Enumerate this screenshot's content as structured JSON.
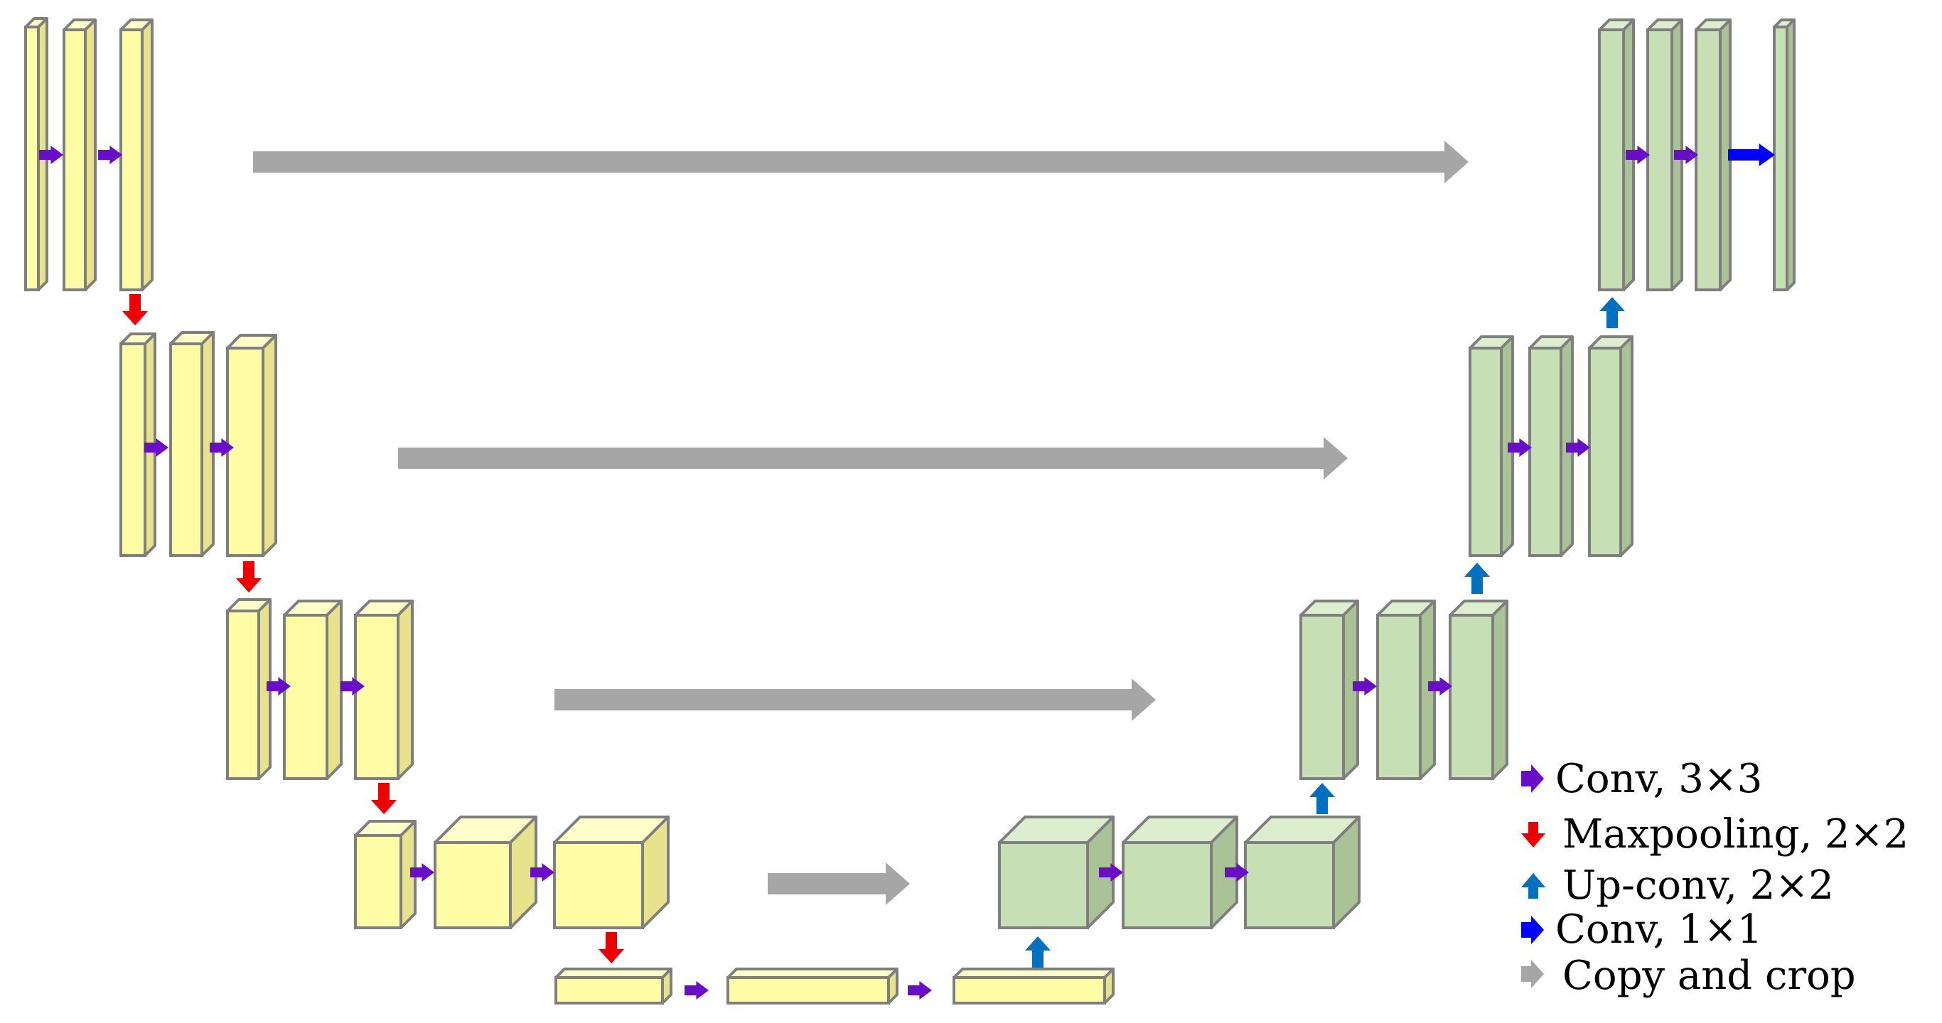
{
  "colors": {
    "encoder_front": "#FFFCA6",
    "encoder_side": "#E6E38C",
    "encoder_top": "#FFFEC8",
    "decoder_front": "#C6DFB4",
    "decoder_side": "#A9C396",
    "decoder_top": "#DDEECF",
    "stroke": "#7F7F7F",
    "conv3x3_arrow": "#6A0DC9",
    "maxpool_arrow": "#EE0000",
    "upconv_arrow": "#0070C0",
    "conv1x1_arrow": "#0000FF",
    "copy_crop_arrow": "#A6A6A6"
  },
  "legend": {
    "items": [
      {
        "label": "Conv, 3×3",
        "icon": "purple-right-arrow-icon"
      },
      {
        "label": "Maxpooling, 2×2",
        "icon": "red-down-arrow-icon"
      },
      {
        "label": "Up-conv, 2×2",
        "icon": "blue-up-arrow-icon"
      },
      {
        "label": "Conv, 1×1",
        "icon": "blue-right-arrow-icon"
      },
      {
        "label": "Copy and crop",
        "icon": "gray-right-arrow-icon"
      }
    ]
  }
}
